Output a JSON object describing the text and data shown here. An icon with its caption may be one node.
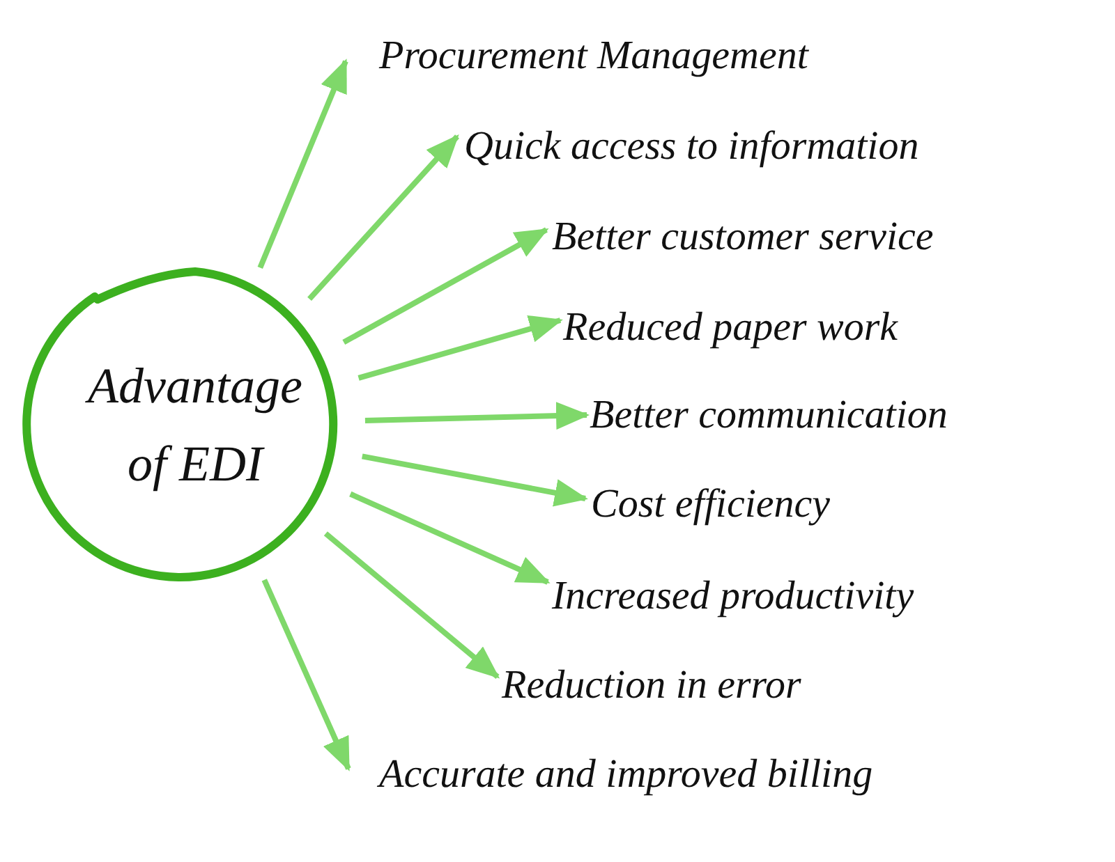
{
  "diagram": {
    "nodes": [
      {
        "text": [
          "Advantage of EDI"
        ]
      },
      {
        "text": [
          "Procurement Management"
        ]
      },
      {
        "text": [
          "Quick access to information"
        ]
      },
      {
        "text": [
          "Better customer service"
        ]
      },
      {
        "text": [
          "Reduced paper work"
        ]
      },
      {
        "text": [
          "Better communication"
        ]
      },
      {
        "text": [
          "Cost efficiency"
        ]
      },
      {
        "text": [
          "Increased productivity"
        ]
      },
      {
        "text": [
          "Reduction in error"
        ]
      },
      {
        "text": [
          "Accurate and improved billing"
        ]
      }
    ],
    "edges": [
      {
        "from": 0,
        "to": 1,
        "arrow": "to"
      },
      {
        "from": 0,
        "to": 2,
        "arrow": "to"
      },
      {
        "from": 0,
        "to": 3,
        "arrow": "to"
      },
      {
        "from": 0,
        "to": 4,
        "arrow": "to"
      },
      {
        "from": 0,
        "to": 5,
        "arrow": "to"
      },
      {
        "from": 0,
        "to": 6,
        "arrow": "to"
      },
      {
        "from": 0,
        "to": 7,
        "arrow": "to"
      },
      {
        "from": 0,
        "to": 8,
        "arrow": "to"
      },
      {
        "from": 0,
        "to": 9,
        "arrow": "to"
      }
    ]
  }
}
